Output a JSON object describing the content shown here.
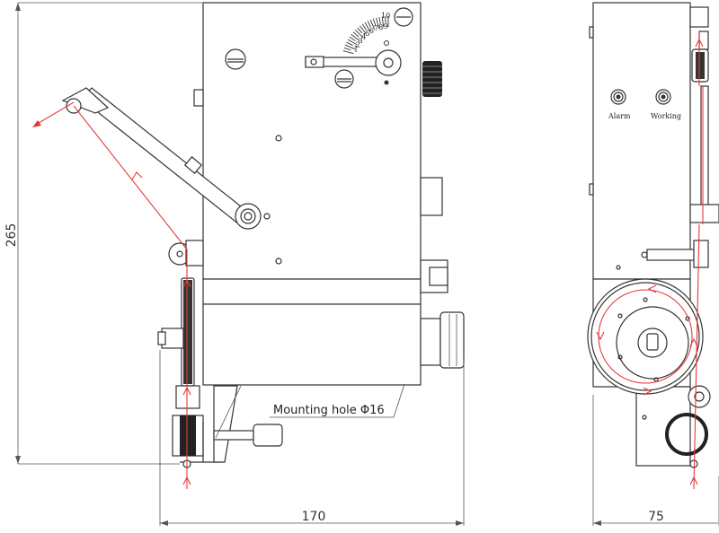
{
  "dimensions": {
    "height": "265",
    "width_front": "170",
    "width_side": "75"
  },
  "labels": {
    "mounting_hole": "Mounting hole Φ16",
    "alarm": "Alarm",
    "working": "Working",
    "scale_max": "10",
    "scale_ticks": [
      "1",
      "2",
      "3",
      "4",
      "5",
      "6",
      "7",
      "8",
      "9"
    ]
  },
  "colors": {
    "line": "#333333",
    "tension_path": "#e23b3b"
  }
}
